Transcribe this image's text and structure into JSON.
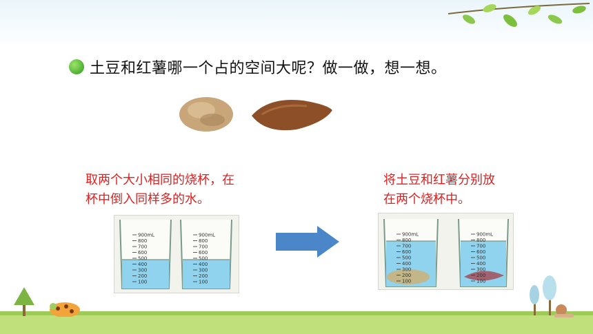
{
  "title": "土豆和红薯哪一个占的空间大呢？做一做，想一想。",
  "left_caption": {
    "line1": "取两个大小相同的烧杯，在",
    "line2": "杯中倒入同样多的水。"
  },
  "right_caption": {
    "line1": "将土豆和红薯分别放",
    "line2": "在两个烧杯中。"
  },
  "beaker_ticks": [
    "900mL",
    "800",
    "700",
    "600",
    "500",
    "400",
    "300",
    "200",
    "100"
  ],
  "colors": {
    "water": "#8fd3ee",
    "caption": "#e02020",
    "arrow": "#4a86c8"
  }
}
